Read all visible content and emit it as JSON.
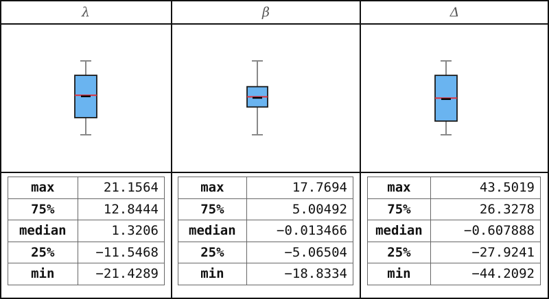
{
  "chart_data": {
    "type": "box",
    "panels": [
      {
        "title": "λ",
        "stats": [
          {
            "label": "max",
            "value": "21.1564"
          },
          {
            "label": "75%",
            "value": "12.8444"
          },
          {
            "label": "median",
            "value": "1.3206"
          },
          {
            "label": "25%",
            "value": "−11.5468"
          },
          {
            "label": "min",
            "value": "−21.4289"
          }
        ],
        "box": {
          "max": 21.1564,
          "q3": 12.8444,
          "median": 1.3206,
          "q1": -11.5468,
          "min": -21.4289
        }
      },
      {
        "title": "β",
        "stats": [
          {
            "label": "max",
            "value": "17.7694"
          },
          {
            "label": "75%",
            "value": "5.00492"
          },
          {
            "label": "median",
            "value": "−0.013466"
          },
          {
            "label": "25%",
            "value": "−5.06504"
          },
          {
            "label": "min",
            "value": "−18.8334"
          }
        ],
        "box": {
          "max": 17.7694,
          "q3": 5.00492,
          "median": -0.013466,
          "q1": -5.06504,
          "min": -18.8334
        }
      },
      {
        "title": "Δ",
        "stats": [
          {
            "label": "max",
            "value": "43.5019"
          },
          {
            "label": "75%",
            "value": "26.3278"
          },
          {
            "label": "median",
            "value": "−0.607888"
          },
          {
            "label": "25%",
            "value": "−27.9241"
          },
          {
            "label": "min",
            "value": "−44.2092"
          }
        ],
        "box": {
          "max": 43.5019,
          "q3": 26.3278,
          "median": -0.607888,
          "q1": -27.9241,
          "min": -44.2092
        }
      }
    ],
    "colors": {
      "box_fill": "#6ab4f0",
      "median_line": "#e0303a",
      "whisker": "#888888"
    }
  }
}
